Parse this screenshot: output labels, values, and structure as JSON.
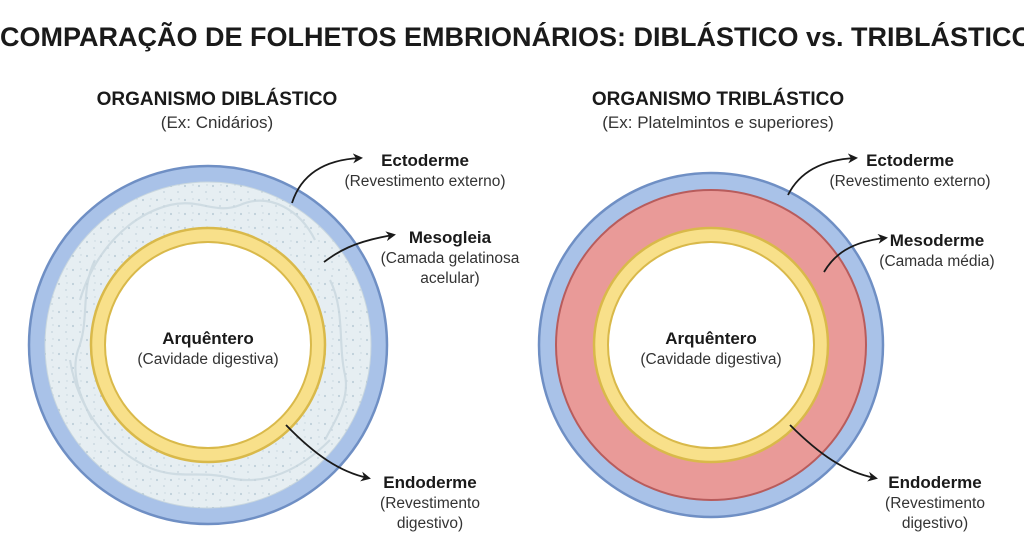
{
  "title": "COMPARAÇÃO DE FOLHETOS EMBRIONÁRIOS: DIBLÁSTICO vs. TRIBLÁSTICO",
  "colors": {
    "ectoderm": "#a9c2e8",
    "ectoderm_stroke": "#6f8fc4",
    "mesoglea": "#e6eef2",
    "mesoderm": "#e99a98",
    "mesoderm_stroke": "#b85c5c",
    "endoderm": "#f8e08a",
    "endoderm_stroke": "#d9b94a",
    "archenteron": "#ffffff"
  },
  "diploblastic": {
    "heading": "ORGANISMO DIBLÁSTICO",
    "example": "(Ex: Cnidários)",
    "ectoderm": {
      "name": "Ectoderme",
      "desc": "(Revestimento externo)"
    },
    "mesoglea": {
      "name": "Mesogleia",
      "desc_1": "(Camada gelatinosa",
      "desc_2": "acelular)"
    },
    "endoderm": {
      "name": "Endoderme",
      "desc_1": "(Revestimento",
      "desc_2": "digestivo)"
    },
    "archenteron": {
      "name": "Arquêntero",
      "desc": "(Cavidade digestiva)"
    }
  },
  "triploblastic": {
    "heading": "ORGANISMO TRIBLÁSTICO",
    "example": "(Ex: Platelmintos e superiores)",
    "ectoderm": {
      "name": "Ectoderme",
      "desc": "(Revestimento externo)"
    },
    "mesoderm": {
      "name": "Mesoderme",
      "desc": "(Camada média)"
    },
    "endoderm": {
      "name": "Endoderme",
      "desc_1": "(Revestimento",
      "desc_2": "digestivo)"
    },
    "archenteron": {
      "name": "Arquêntero",
      "desc": "(Cavidade digestiva)"
    }
  }
}
